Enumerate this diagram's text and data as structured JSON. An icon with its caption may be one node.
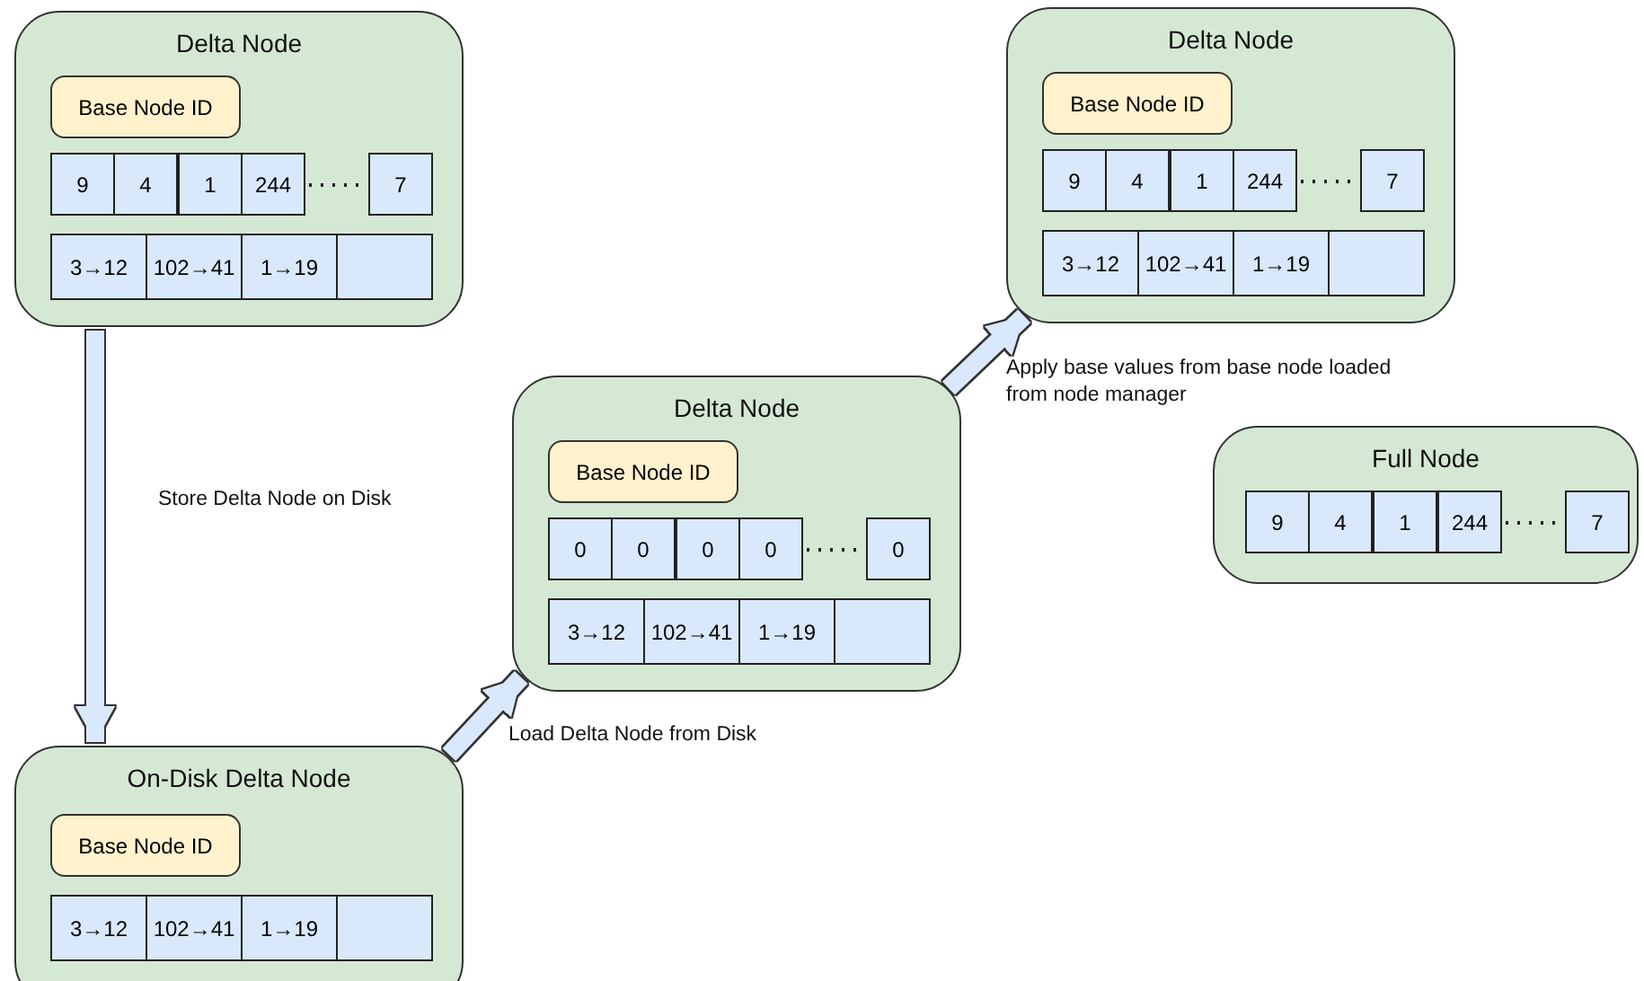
{
  "diagram": {
    "nodes": [
      {
        "text": [
          "Delta Node"
        ]
      },
      {
        "text": [
          "Base Node ID"
        ],
        "in": 0
      },
      {
        "text": [
          "9"
        ],
        "in": 0
      },
      {
        "text": [
          "4"
        ],
        "in": 0
      },
      {
        "text": [
          "1"
        ],
        "in": 0
      },
      {
        "text": [
          "244"
        ],
        "in": 0
      },
      {
        "text": [
          "7"
        ],
        "in": 0
      },
      {
        "text": [
          "3→12"
        ],
        "in": 0
      },
      {
        "text": [
          "102→41"
        ],
        "in": 0
      },
      {
        "text": [
          "1→19"
        ],
        "in": 0
      },
      {
        "text": [],
        "shape": "box",
        "in": 0
      },
      {
        "text": [
          "Delta Node"
        ]
      },
      {
        "text": [
          "Base Node ID"
        ],
        "in": 11
      },
      {
        "text": [
          "9"
        ],
        "in": 11
      },
      {
        "text": [
          "4"
        ],
        "in": 11
      },
      {
        "text": [
          "1"
        ],
        "in": 11
      },
      {
        "text": [
          "244"
        ],
        "in": 11
      },
      {
        "text": [
          "7"
        ],
        "in": 11
      },
      {
        "text": [
          "3→12"
        ],
        "in": 11
      },
      {
        "text": [
          "102→41"
        ],
        "in": 11
      },
      {
        "text": [
          "1→19"
        ],
        "in": 11
      },
      {
        "text": [],
        "shape": "box",
        "in": 11
      },
      {
        "text": [
          "Delta Node"
        ]
      },
      {
        "text": [
          "Base Node ID"
        ],
        "in": 22
      },
      {
        "text": [
          "0"
        ],
        "in": 22
      },
      {
        "text": [
          "0"
        ],
        "in": 22
      },
      {
        "text": [
          "0"
        ],
        "in": 22
      },
      {
        "text": [
          "0"
        ],
        "in": 22
      },
      {
        "text": [
          "0"
        ],
        "in": 22
      },
      {
        "text": [
          "3→12"
        ],
        "in": 22
      },
      {
        "text": [
          "102→41"
        ],
        "in": 22
      },
      {
        "text": [
          "1→19"
        ],
        "in": 22
      },
      {
        "text": [],
        "shape": "box",
        "in": 22
      },
      {
        "text": [
          "Full Node"
        ]
      },
      {
        "text": [
          "9"
        ],
        "in": 33
      },
      {
        "text": [
          "4"
        ],
        "in": 33
      },
      {
        "text": [
          "1"
        ],
        "in": 33
      },
      {
        "text": [
          "244"
        ],
        "in": 33
      },
      {
        "text": [
          "7"
        ],
        "in": 33
      },
      {
        "text": [
          "On-Disk Delta Node"
        ]
      },
      {
        "text": [
          "Base Node ID"
        ],
        "in": 39
      },
      {
        "text": [
          "3→12"
        ],
        "in": 39
      },
      {
        "text": [
          "102→41"
        ],
        "in": 39
      },
      {
        "text": [
          "1→19"
        ],
        "in": 39
      },
      {
        "text": [],
        "shape": "box",
        "in": 39
      }
    ],
    "edges": [
      {
        "from": 0,
        "to": 39,
        "arrow": "to",
        "label": "Store Delta Node on Disk"
      },
      {
        "from": 39,
        "to": 22,
        "arrow": "to",
        "label": "Load Delta Node from Disk"
      },
      {
        "from": 22,
        "to": 11,
        "arrow": "to",
        "label": "Apply base values from base node loaded from node manager"
      }
    ]
  }
}
